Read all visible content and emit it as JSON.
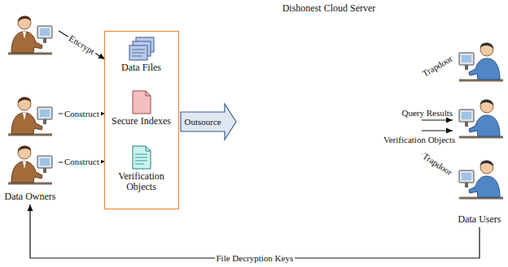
{
  "diagram": {
    "nodes": [
      {
        "text": [
          "Data Owners"
        ]
      },
      {
        "text": []
      },
      {
        "text": [
          "Data Files"
        ],
        "in": 1
      },
      {
        "text": [
          "Secure Indexes"
        ],
        "in": 1
      },
      {
        "text": [
          "Verification Objects"
        ],
        "in": 1
      },
      {
        "text": [
          "Dishonest Cloud Server"
        ]
      },
      {
        "text": [
          "Data Users"
        ]
      }
    ],
    "edges": [
      {
        "from": 0,
        "to": 2,
        "label": "Encrypt",
        "arrow": "to"
      },
      {
        "from": 0,
        "to": 3,
        "label": "Construct",
        "arrow": "to"
      },
      {
        "from": 0,
        "to": 4,
        "label": "Construct",
        "arrow": "to"
      },
      {
        "from": 1,
        "to": 5,
        "label": "Outsource",
        "arrow": "to"
      },
      {
        "from": 6,
        "to": 5,
        "label": "Trapdoor",
        "arrow": "to"
      },
      {
        "from": 5,
        "to": 6,
        "label": "Query Results",
        "arrow": "to"
      },
      {
        "from": 5,
        "to": 6,
        "label": "Verification Objects",
        "arrow": "to"
      },
      {
        "from": 6,
        "to": 5,
        "label": "Trapdoor",
        "arrow": "to"
      },
      {
        "from": 6,
        "to": 0,
        "label": "File Decryption Keys",
        "arrow": "to"
      }
    ]
  }
}
